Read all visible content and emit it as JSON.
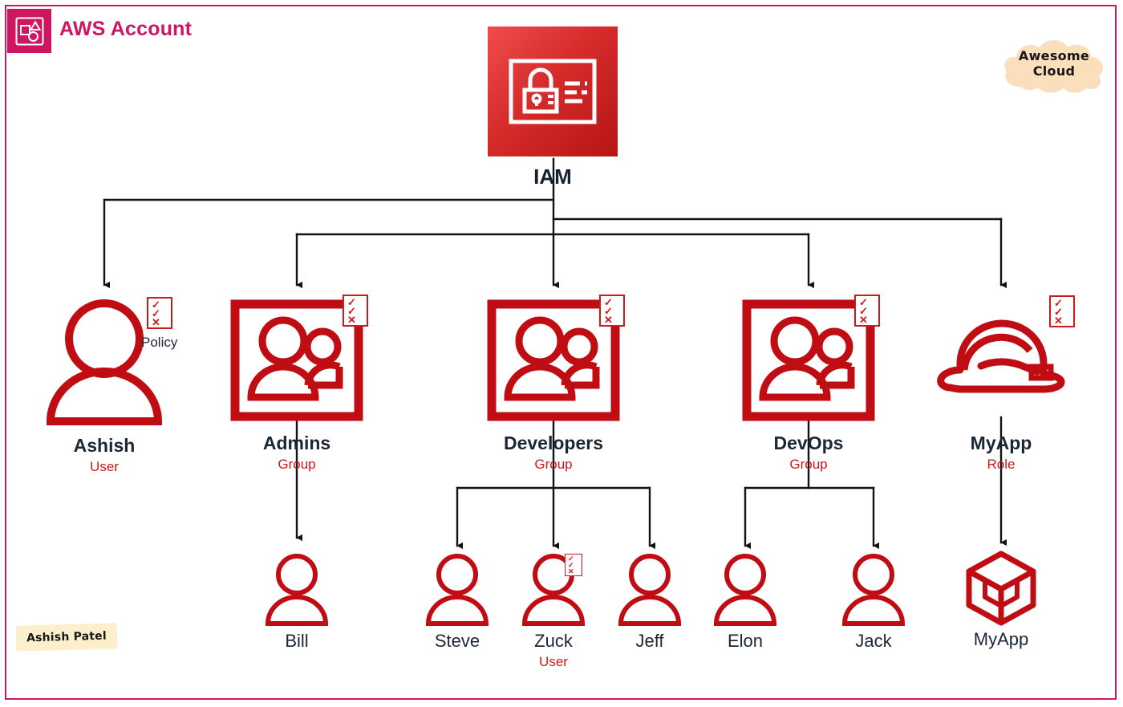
{
  "account": {
    "title": "AWS Account",
    "badge_icon": "aws-shapes-icon",
    "border_color": "#CE1662"
  },
  "branding": {
    "cloud_logo_line1": "Awesome",
    "cloud_logo_line2": "Cloud",
    "cloud_logo_color": "#F9DFBC",
    "author": "Ashish Patel",
    "author_sticker_color": "#FBF0CB"
  },
  "colors": {
    "aws_red": "#D01919",
    "label_navy": "#1B2636",
    "connector": "#1A1A1A",
    "iam_tile_from": "#F04C4C",
    "iam_tile_to": "#B71515"
  },
  "root": {
    "name": "IAM",
    "icon": "iam-lock-card-icon"
  },
  "entities": [
    {
      "name": "Ashish",
      "kind": "User",
      "icon": "user-icon",
      "has_policy_badge": true,
      "policy_caption": "Policy"
    },
    {
      "name": "Admins",
      "kind": "Group",
      "icon": "group-icon",
      "has_policy_badge": true,
      "policy_caption": ""
    },
    {
      "name": "Developers",
      "kind": "Group",
      "icon": "group-icon",
      "has_policy_badge": true,
      "policy_caption": ""
    },
    {
      "name": "DevOps",
      "kind": "Group",
      "icon": "group-icon",
      "has_policy_badge": true,
      "policy_caption": ""
    },
    {
      "name": "MyApp",
      "kind": "Role",
      "icon": "hard-hat-icon",
      "has_policy_badge": true,
      "policy_caption": ""
    }
  ],
  "members": [
    {
      "name": "Bill",
      "kind": "",
      "icon": "user-icon",
      "parent": "Admins",
      "has_policy_badge": false
    },
    {
      "name": "Steve",
      "kind": "",
      "icon": "user-icon",
      "parent": "Developers",
      "has_policy_badge": false
    },
    {
      "name": "Zuck",
      "kind": "User",
      "icon": "user-icon",
      "parent": "Developers",
      "has_policy_badge": true
    },
    {
      "name": "Jeff",
      "kind": "",
      "icon": "user-icon",
      "parent": "Developers",
      "has_policy_badge": false
    },
    {
      "name": "Elon",
      "kind": "",
      "icon": "user-icon",
      "parent": "DevOps",
      "has_policy_badge": false
    },
    {
      "name": "Jack",
      "kind": "",
      "icon": "user-icon",
      "parent": "DevOps",
      "has_policy_badge": false
    },
    {
      "name": "MyApp",
      "kind": "",
      "icon": "cube-icon",
      "parent": "MyApp",
      "has_policy_badge": false
    }
  ],
  "policy_badge_marks": [
    "✓",
    "✓",
    "✕"
  ]
}
